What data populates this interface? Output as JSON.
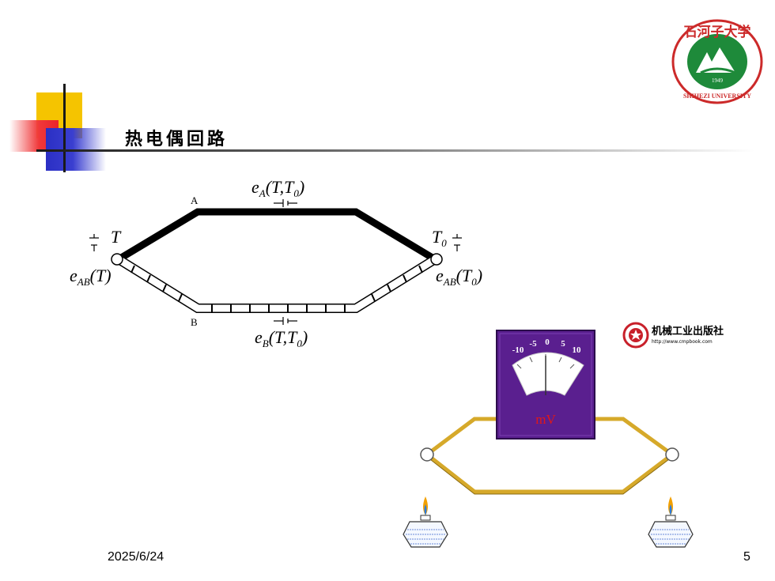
{
  "slide": {
    "title": "热电偶回路",
    "footer_date": "2025/6/24",
    "page_number": "5"
  },
  "logo": {
    "name": "石河子大学",
    "year": "1949",
    "english": "SHIHEZI UNIVERSITY",
    "color": "#1e8a3a"
  },
  "diagram": {
    "conductor_a_label": "A",
    "conductor_b_label": "B",
    "emf_a": {
      "e": "e",
      "sub": "A",
      "args": "(T,T",
      "sub0": "0",
      "close": ")"
    },
    "emf_b": {
      "e": "e",
      "sub": "B",
      "args": "(T,T",
      "sub0": "0",
      "close": ")"
    },
    "hot_junction_temp": "T",
    "cold_junction_temp": {
      "main": "T",
      "sub": "0"
    },
    "emf_ab_hot": {
      "e": "e",
      "sub": "AB",
      "args": "(T)"
    },
    "emf_ab_cold": {
      "e": "e",
      "sub": "AB",
      "args": "(T",
      "sub0": "0",
      "close": ")"
    }
  },
  "illustration": {
    "meter_unit": "mV",
    "scale_labels": [
      "-10",
      "-5",
      "0",
      "5",
      "10"
    ],
    "publisher_name": "机械工业出版社",
    "publisher_url": "http://www.cmpbook.com",
    "meter_color": "#5a1f8f",
    "wire_color": "#d6a92a"
  }
}
